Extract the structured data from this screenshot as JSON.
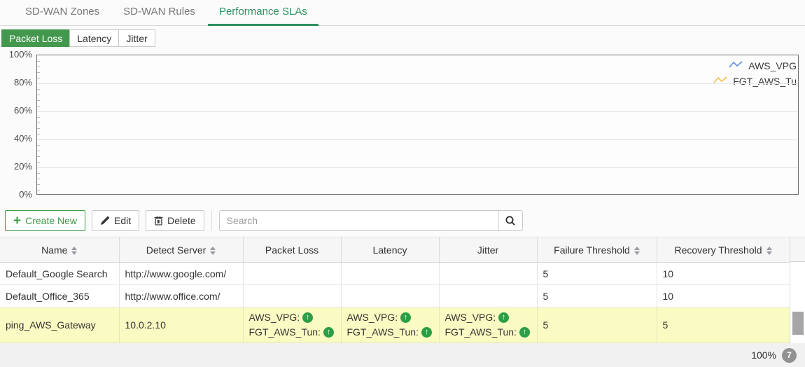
{
  "tabs": {
    "items": [
      {
        "label": "SD-WAN Zones",
        "active": false
      },
      {
        "label": "SD-WAN Rules",
        "active": false
      },
      {
        "label": "Performance SLAs",
        "active": true
      }
    ]
  },
  "subtabs": {
    "items": [
      {
        "label": "Packet Loss",
        "active": true
      },
      {
        "label": "Latency",
        "active": false
      },
      {
        "label": "Jitter",
        "active": false
      }
    ]
  },
  "chart_data": {
    "type": "line",
    "title": "",
    "xlabel": "",
    "ylabel": "",
    "ylim": [
      0,
      100
    ],
    "yticks": [
      "0%",
      "20%",
      "40%",
      "60%",
      "80%",
      "100%"
    ],
    "grid": true,
    "legend_position": "top-right",
    "series": [
      {
        "name": "AWS_VPG",
        "color": "#5b8fd4",
        "values": []
      },
      {
        "name": "FGT_AWS_Tu",
        "color": "#f5bd4f",
        "values": []
      }
    ]
  },
  "toolbar": {
    "create_label": "Create New",
    "edit_label": "Edit",
    "delete_label": "Delete",
    "search_placeholder": "Search"
  },
  "table": {
    "columns": [
      {
        "key": "name",
        "label": "Name",
        "sortable": true,
        "width": 170
      },
      {
        "key": "detect_server",
        "label": "Detect Server",
        "sortable": true,
        "width": 177
      },
      {
        "key": "packet_loss",
        "label": "Packet Loss",
        "sortable": false,
        "width": 140
      },
      {
        "key": "latency",
        "label": "Latency",
        "sortable": false,
        "width": 140
      },
      {
        "key": "jitter",
        "label": "Jitter",
        "sortable": false,
        "width": 140
      },
      {
        "key": "failure_threshold",
        "label": "Failure Threshold",
        "sortable": true,
        "width": 171
      },
      {
        "key": "recovery_threshold",
        "label": "Recovery Threshold",
        "sortable": true,
        "width": 190
      }
    ],
    "rows": [
      {
        "highlighted": false,
        "cells": {
          "name": "Default_Google Search",
          "detect_server": "http://www.google.com/",
          "packet_loss": [],
          "latency": [],
          "jitter": [],
          "failure_threshold": "5",
          "recovery_threshold": "10"
        }
      },
      {
        "highlighted": false,
        "cells": {
          "name": "Default_Office_365",
          "detect_server": "http://www.office.com/",
          "packet_loss": [],
          "latency": [],
          "jitter": [],
          "failure_threshold": "5",
          "recovery_threshold": "10"
        }
      },
      {
        "highlighted": true,
        "cells": {
          "name": "ping_AWS_Gateway",
          "detect_server": "10.0.2.10",
          "packet_loss": [
            {
              "label": "AWS_VPG:",
              "icon": "up-arrow-circle"
            },
            {
              "label": "FGT_AWS_Tun:",
              "icon": "up-arrow-circle"
            }
          ],
          "latency": [
            {
              "label": "AWS_VPG:",
              "icon": "up-arrow-circle"
            },
            {
              "label": "FGT_AWS_Tun:",
              "icon": "up-arrow-circle"
            }
          ],
          "jitter": [
            {
              "label": "AWS_VPG:",
              "icon": "up-arrow-circle"
            },
            {
              "label": "FGT_AWS_Tun:",
              "icon": "up-arrow-circle"
            }
          ],
          "failure_threshold": "5",
          "recovery_threshold": "5"
        }
      }
    ]
  },
  "footer": {
    "zoom_level": "100%",
    "record_count": "7"
  },
  "colors": {
    "accent_green": "#44984e",
    "tab_green": "#2d9160",
    "arrow_green": "#2c9e45",
    "row_highlight": "#fafac3",
    "legend_blue": "#5b8fd4",
    "legend_yellow": "#f5bd4f"
  }
}
